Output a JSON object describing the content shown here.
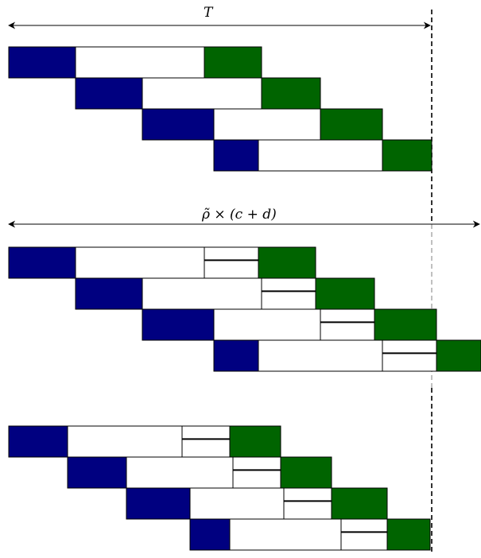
{
  "colors": {
    "first_phase": "#000080",
    "middle_phase": "#ffffff",
    "last_phase": "#006400",
    "outline": "#000000",
    "guide_black": "#000000",
    "guide_grey": "#b0b0b0"
  },
  "labels": {
    "top_span": "T",
    "middle_span": "ρ̃ × (c + d)"
  },
  "panels": [
    {
      "name": "schedule-top",
      "rows": [
        {
          "first": [
            0,
            84
          ],
          "middle": [
            84,
            246
          ],
          "gap": null,
          "last": [
            246,
            318
          ]
        },
        {
          "first": [
            84,
            168
          ],
          "middle": [
            168,
            318
          ],
          "gap": null,
          "last": [
            318,
            392
          ]
        },
        {
          "first": [
            168,
            258
          ],
          "middle": [
            258,
            392
          ],
          "gap": null,
          "last": [
            392,
            470
          ]
        },
        {
          "first": [
            258,
            314
          ],
          "middle": [
            314,
            470
          ],
          "gap": null,
          "last": [
            470,
            532
          ]
        }
      ]
    },
    {
      "name": "schedule-middle",
      "rows": [
        {
          "first": [
            0,
            84
          ],
          "middle": [
            84,
            246
          ],
          "gap": [
            246,
            314
          ],
          "last": [
            314,
            386
          ]
        },
        {
          "first": [
            84,
            168
          ],
          "middle": [
            168,
            318
          ],
          "gap": [
            318,
            386
          ],
          "last": [
            386,
            460
          ]
        },
        {
          "first": [
            168,
            258
          ],
          "middle": [
            258,
            392
          ],
          "gap": [
            392,
            460
          ],
          "last": [
            460,
            538
          ]
        },
        {
          "first": [
            258,
            314
          ],
          "middle": [
            314,
            470
          ],
          "gap": [
            470,
            538
          ],
          "last": [
            538,
            594
          ]
        }
      ]
    },
    {
      "name": "schedule-bottom",
      "rows": [
        {
          "first": [
            0,
            74
          ],
          "middle": [
            74,
            218
          ],
          "gap": [
            218,
            278
          ],
          "last": [
            278,
            342
          ]
        },
        {
          "first": [
            74,
            148
          ],
          "middle": [
            148,
            282
          ],
          "gap": [
            282,
            342
          ],
          "last": [
            342,
            406
          ]
        },
        {
          "first": [
            148,
            228
          ],
          "middle": [
            228,
            346
          ],
          "gap": [
            346,
            406
          ],
          "last": [
            406,
            476
          ]
        },
        {
          "first": [
            228,
            278
          ],
          "middle": [
            278,
            418
          ],
          "gap": [
            418,
            476
          ],
          "last": [
            476,
            530
          ]
        }
      ]
    }
  ]
}
